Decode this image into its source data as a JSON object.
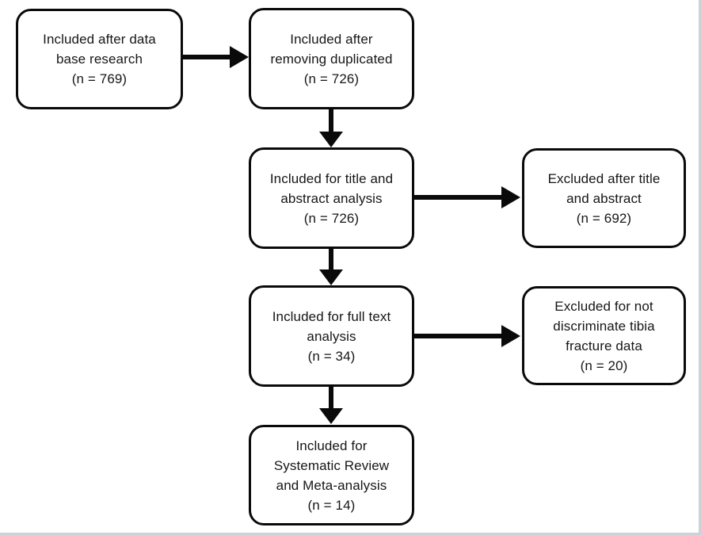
{
  "diagram": {
    "kind": "flowchart",
    "nodes": [
      {
        "id": "database-research",
        "label": "Included after data\nbase research\n(n = 769)",
        "n": 769
      },
      {
        "id": "after-deduplication",
        "label": "Included after\nremoving duplicated\n(n = 726)",
        "n": 726
      },
      {
        "id": "title-abstract-analysis",
        "label": "Included for title and\nabstract analysis\n(n = 726)",
        "n": 726
      },
      {
        "id": "excluded-title-abstract",
        "label": "Excluded after title\nand abstract\n(n = 692)",
        "n": 692
      },
      {
        "id": "full-text-analysis",
        "label": "Included for full text\nanalysis\n(n = 34)",
        "n": 34
      },
      {
        "id": "excluded-no-tibia-data",
        "label": "Excluded for not\ndiscriminate tibia\nfracture data\n(n = 20)",
        "n": 20
      },
      {
        "id": "systematic-review",
        "label": "Included for\nSystematic Review\nand Meta-analysis\n(n = 14)",
        "n": 14
      }
    ],
    "edges": [
      {
        "from": "database-research",
        "to": "after-deduplication",
        "direction": "right"
      },
      {
        "from": "after-deduplication",
        "to": "title-abstract-analysis",
        "direction": "down"
      },
      {
        "from": "title-abstract-analysis",
        "to": "excluded-title-abstract",
        "direction": "right"
      },
      {
        "from": "title-abstract-analysis",
        "to": "full-text-analysis",
        "direction": "down"
      },
      {
        "from": "full-text-analysis",
        "to": "excluded-no-tibia-data",
        "direction": "right"
      },
      {
        "from": "full-text-analysis",
        "to": "systematic-review",
        "direction": "down"
      }
    ]
  },
  "colors": {
    "border": "#0a0a0a",
    "fill": "#ffffff",
    "text": "#161616",
    "arrow": "#0a0a0a",
    "page_bg": "#ffffff",
    "edge_shade": "#ccd2d8"
  }
}
